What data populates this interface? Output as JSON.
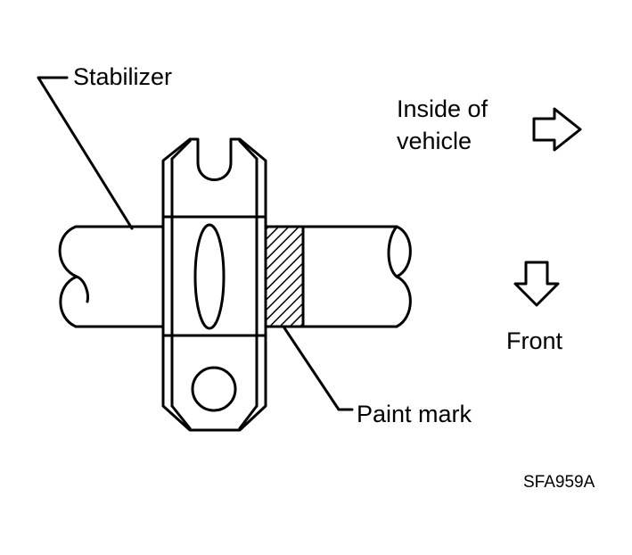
{
  "labels": {
    "stabilizer": "Stabilizer",
    "inside_line1": "Inside of",
    "inside_line2": "vehicle",
    "front": "Front",
    "paint_mark": "Paint mark",
    "figure_code": "SFA959A"
  },
  "icons": {
    "inside_arrow": "arrow-right-outline-icon",
    "front_arrow": "arrow-down-outline-icon"
  },
  "colors": {
    "ink": "#000000",
    "paper": "#ffffff"
  }
}
